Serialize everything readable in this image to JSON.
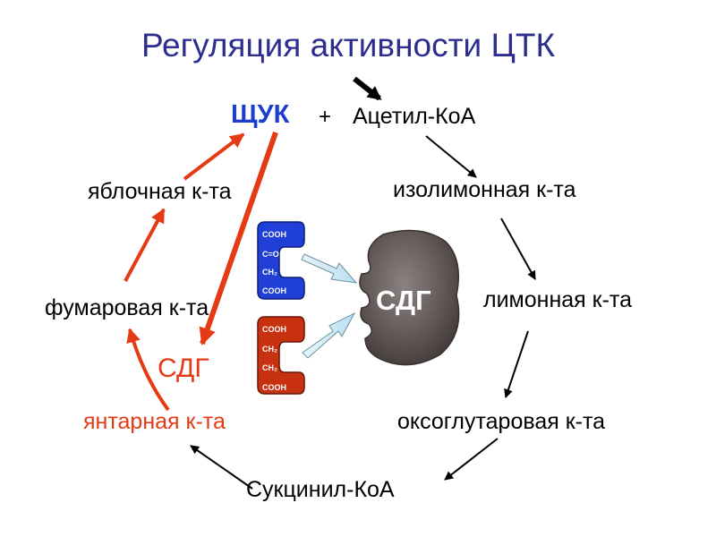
{
  "title": "Регуляция активности ЦТК",
  "nodes": {
    "oxaloacetate": "ЩУК",
    "plus": "+",
    "acetyl_coa": "Ацетил-КоА",
    "isocitric_acid": "изолимонная к-та",
    "malic_acid": "яблочная к-та",
    "citric_acid": "лимонная к-та",
    "fumaric_acid": "фумаровая к-та",
    "sdh_label": "СДГ",
    "succinic_acid": "янтарная к-та",
    "oxoglutaric_acid": "оксоглутаровая к-та",
    "succinyl_coa": "Сукцинил-КоА"
  },
  "enzyme": {
    "label": "СДГ"
  },
  "molecules": {
    "blue": [
      "COOH",
      "C=O",
      "CH₂",
      "COOH"
    ],
    "red": [
      "COOH",
      "CH₂",
      "CH₂",
      "COOH"
    ]
  },
  "colors": {
    "title": "#2d2d8f",
    "oxaloacetate": "#1c3ecf",
    "red_path": "#e53a14",
    "blue_molecule": "#1f3fd6",
    "red_molecule": "#c8310f",
    "enzyme": "#5f5555"
  }
}
